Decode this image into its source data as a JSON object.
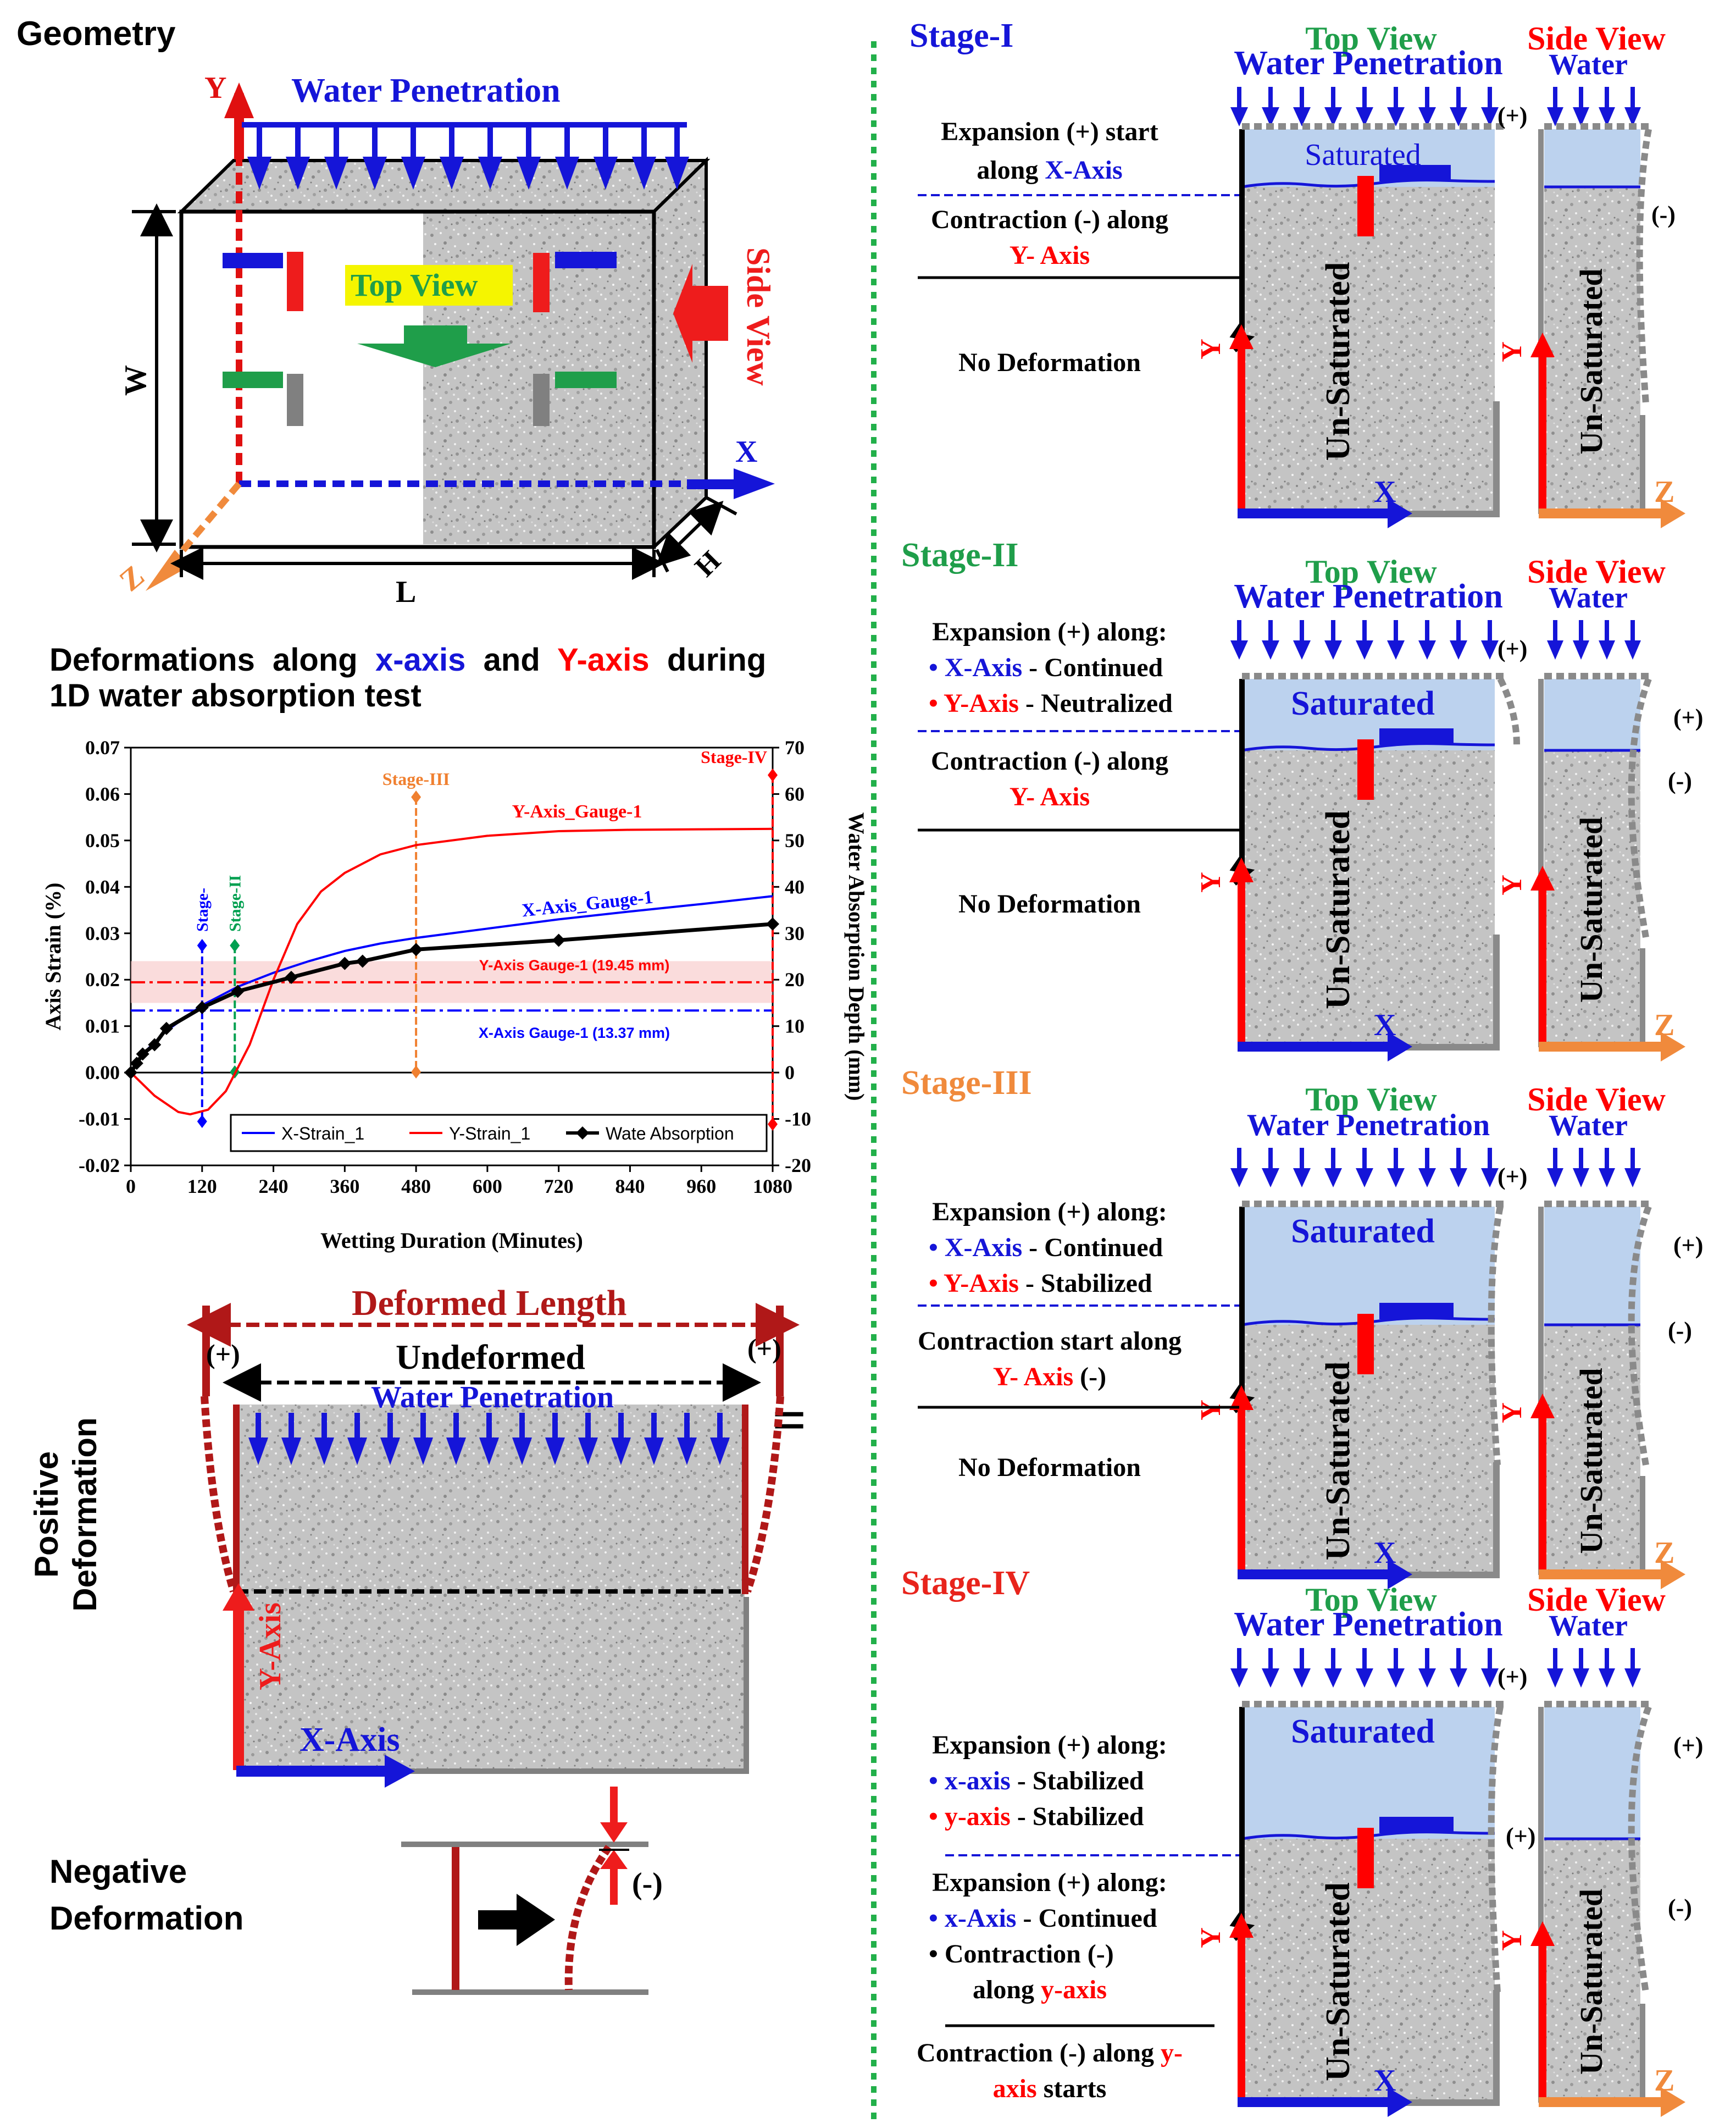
{
  "geometry": {
    "heading": "Geometry",
    "water_penetration": "Water Penetration",
    "top_view": "Top View",
    "side_view": "Side View",
    "axis_y": "Y",
    "axis_x": "X",
    "axis_z": "Z",
    "dim_w": "W",
    "dim_l": "L",
    "dim_h": "H"
  },
  "chart_section": {
    "heading_line1": "Deformations along x-axis and Y-axis during",
    "heading_line2": "1D water absorption test",
    "heading_parts": {
      "p1": "Deformations  along  ",
      "x_axis": "x-axis",
      "p2": "  and  ",
      "y_axis": "Y-axis",
      "p3": "  during"
    }
  },
  "chart_data": {
    "type": "line",
    "xlabel": "Wetting Duration (Minutes)",
    "ylabel": "Axis Strain (%)",
    "y2label": "Water Absorption Depth (mm)",
    "xlim": [
      0,
      1080
    ],
    "ylim": [
      -0.02,
      0.07
    ],
    "y2lim": [
      -20,
      70
    ],
    "x_ticks": [
      "0",
      "120",
      "240",
      "360",
      "480",
      "600",
      "720",
      "840",
      "960",
      "1080"
    ],
    "y_ticks": [
      "-0.02",
      "-0.01",
      "0.00",
      "0.01",
      "0.02",
      "0.03",
      "0.04",
      "0.05",
      "0.06",
      "0.07"
    ],
    "y2_ticks": [
      "-20",
      "-10",
      "0",
      "10",
      "20",
      "30",
      "40",
      "50",
      "60",
      "70"
    ],
    "series": [
      {
        "name": "X-Strain_1",
        "axis": "left",
        "color": "#0000ff",
        "x": [
          0,
          20,
          60,
          120,
          180,
          240,
          300,
          360,
          420,
          480,
          600,
          720,
          840,
          960,
          1080
        ],
        "y": [
          0.0,
          0.004,
          0.009,
          0.0145,
          0.0185,
          0.0215,
          0.024,
          0.0262,
          0.0278,
          0.029,
          0.031,
          0.033,
          0.0347,
          0.0363,
          0.038
        ]
      },
      {
        "name": "Y-Strain_1",
        "axis": "left",
        "color": "#ff0000",
        "x": [
          0,
          40,
          80,
          100,
          130,
          160,
          200,
          240,
          280,
          320,
          360,
          420,
          480,
          600,
          720,
          840,
          960,
          1080
        ],
        "y": [
          0.0,
          -0.005,
          -0.0085,
          -0.009,
          -0.008,
          -0.004,
          0.006,
          0.02,
          0.032,
          0.039,
          0.043,
          0.047,
          0.049,
          0.051,
          0.052,
          0.0523,
          0.0524,
          0.0525
        ]
      },
      {
        "name": "Wate Absorption",
        "axis": "right",
        "color": "#000000",
        "x": [
          0,
          10,
          20,
          40,
          60,
          120,
          180,
          270,
          360,
          390,
          480,
          720,
          1080
        ],
        "y": [
          0,
          2,
          4,
          6,
          9.5,
          14,
          17.5,
          20.5,
          23.5,
          24,
          26.5,
          28.5,
          32
        ]
      }
    ],
    "reference_lines": [
      {
        "label": "Y-Axis Gauge-1 (19.45 mm)",
        "axis": "right",
        "value": 19.45,
        "color": "#ff0000",
        "band": [
          15,
          24
        ]
      },
      {
        "label": "X-Axis Gauge-1 (13.37 mm)",
        "axis": "right",
        "value": 13.37,
        "color": "#0000ff"
      }
    ],
    "stage_markers": [
      {
        "label": "Stage-",
        "x": 120,
        "color": "#0000ff"
      },
      {
        "label": "Stage-II",
        "x": 175,
        "color": "#00a050"
      },
      {
        "label": "Stage-III",
        "x": 480,
        "color": "#f08030"
      },
      {
        "label": "Stage-IV",
        "x": 1080,
        "color": "#ff0000"
      }
    ],
    "curve_labels": [
      {
        "text": "Y-Axis_Gauge-1",
        "color": "#ff0000"
      },
      {
        "text": "X-Axis_Gauge-1",
        "color": "#0000ff"
      }
    ],
    "legend_position": "bottom-right"
  },
  "deformation": {
    "deformed_length": "Deformed Length",
    "undeformed": "Undeformed",
    "water_penetration": "Water Penetration",
    "positive_line1": "Positive",
    "positive_line2": "Deformation",
    "negative_line1": "Negative",
    "negative_line2": "Deformation",
    "plus": "(+)",
    "minus": "(-)",
    "equals": "=",
    "y_axis": "Y-Axis",
    "x_axis": "X-Axis"
  },
  "stages": [
    {
      "title": "Stage-I",
      "title_color": "#1515d8",
      "top_view": "Top View",
      "side_view": "Side View",
      "water_penetration": "Water Penetration",
      "water": "Water",
      "saturated": "Saturated",
      "unsaturated": "Un-Saturated",
      "text_lines": [
        [
          {
            "t": "Expansion (+) start",
            "c": "#000000"
          }
        ],
        [
          {
            "t": "along ",
            "c": "#000000"
          },
          {
            "t": "X-Axis",
            "c": "#1515d8"
          }
        ],
        [
          {
            "t": "Contraction (-) along",
            "c": "#000000"
          }
        ],
        [
          {
            "t": "Y- Axis",
            "c": "#ff0000"
          }
        ],
        [
          {
            "t": "No Deformation",
            "c": "#000000"
          }
        ]
      ],
      "plus": "(+)",
      "minus": "(-)",
      "axis_y": "Y",
      "axis_x": "X",
      "axis_z": "Z"
    },
    {
      "title": "Stage-II",
      "title_color": "#1f9e4a",
      "top_view": "Top View",
      "side_view": "Side View",
      "water_penetration": "Water Penetration",
      "water": "Water",
      "saturated": "Saturated",
      "unsaturated": "Un-Saturated",
      "text_lines": [
        [
          {
            "t": "Expansion (+) along:",
            "c": "#000000"
          }
        ],
        [
          {
            "t": "•  ",
            "c": "#1515d8"
          },
          {
            "t": "X-Axis",
            "c": "#1515d8"
          },
          {
            "t": " - Continued",
            "c": "#000000"
          }
        ],
        [
          {
            "t": "•  ",
            "c": "#ff0000"
          },
          {
            "t": "Y-Axis",
            "c": "#ff0000"
          },
          {
            "t": " - Neutralized",
            "c": "#000000"
          }
        ],
        [
          {
            "t": "Contraction (-) along",
            "c": "#000000"
          }
        ],
        [
          {
            "t": "Y- Axis",
            "c": "#ff0000"
          }
        ],
        [
          {
            "t": "No Deformation",
            "c": "#000000"
          }
        ]
      ],
      "plus": "(+)",
      "minus": "(-)",
      "axis_y": "Y",
      "axis_x": "X",
      "axis_z": "Z"
    },
    {
      "title": "Stage-III",
      "title_color": "#f08a3c",
      "top_view": "Top View",
      "side_view": "Side View",
      "water_penetration": "Water Penetration",
      "water": "Water",
      "saturated": "Saturated",
      "unsaturated": "Un-Saturated",
      "text_lines": [
        [
          {
            "t": "Expansion (+) along:",
            "c": "#000000"
          }
        ],
        [
          {
            "t": "•  ",
            "c": "#1515d8"
          },
          {
            "t": "X-Axis",
            "c": "#1515d8"
          },
          {
            "t": " - Continued",
            "c": "#000000"
          }
        ],
        [
          {
            "t": "•  ",
            "c": "#ff0000"
          },
          {
            "t": "Y-Axis",
            "c": "#ff0000"
          },
          {
            "t": " - Stabilized",
            "c": "#000000"
          }
        ],
        [
          {
            "t": "Contraction start along",
            "c": "#000000"
          }
        ],
        [
          {
            "t": "Y- Axis",
            "c": "#ff0000"
          },
          {
            "t": " (-)",
            "c": "#000000"
          }
        ],
        [
          {
            "t": "No Deformation",
            "c": "#000000"
          }
        ]
      ],
      "plus": "(+)",
      "minus": "(-)",
      "axis_y": "Y",
      "axis_x": "X",
      "axis_z": "Z"
    },
    {
      "title": "Stage-IV",
      "title_color": "#e8241c",
      "top_view": "Top View",
      "side_view": "Side View",
      "water_penetration": "Water Penetration",
      "water": "Water",
      "saturated": "Saturated",
      "unsaturated": "Un-Saturated",
      "text_lines": [
        [
          {
            "t": "Expansion (+) along:",
            "c": "#000000"
          }
        ],
        [
          {
            "t": "•  ",
            "c": "#1515d8"
          },
          {
            "t": "x-axis",
            "c": "#1515d8"
          },
          {
            "t": " - Stabilized",
            "c": "#000000"
          }
        ],
        [
          {
            "t": "•  ",
            "c": "#ff0000"
          },
          {
            "t": "y-axis",
            "c": "#ff0000"
          },
          {
            "t": " - Stabilized",
            "c": "#000000"
          }
        ],
        [
          {
            "t": "Expansion (+) along:",
            "c": "#000000"
          }
        ],
        [
          {
            "t": "•  ",
            "c": "#1515d8"
          },
          {
            "t": "x-Axis",
            "c": "#1515d8"
          },
          {
            "t": " - Continued",
            "c": "#000000"
          }
        ],
        [
          {
            "t": "•  ",
            "c": "#000000"
          },
          {
            "t": "Contraction (-)",
            "c": "#000000"
          }
        ],
        [
          {
            "t": "along ",
            "c": "#000000"
          },
          {
            "t": "y-axis",
            "c": "#ff0000"
          }
        ],
        [
          {
            "t": "Contraction (-) along ",
            "c": "#000000"
          },
          {
            "t": "y-",
            "c": "#ff0000"
          }
        ],
        [
          {
            "t": "axis",
            "c": "#ff0000"
          },
          {
            "t": " starts",
            "c": "#000000"
          }
        ]
      ],
      "plus": "(+)",
      "minus": "(-)",
      "axis_y": "Y",
      "axis_x": "X",
      "axis_z": "Z"
    }
  ],
  "colors": {
    "blue": "#1515d8",
    "red": "#ff0000",
    "green": "#1f9e4a",
    "orange": "#f08a3c",
    "saturated_fill": "#bcd2ee",
    "concrete": "#b8b8b8"
  }
}
